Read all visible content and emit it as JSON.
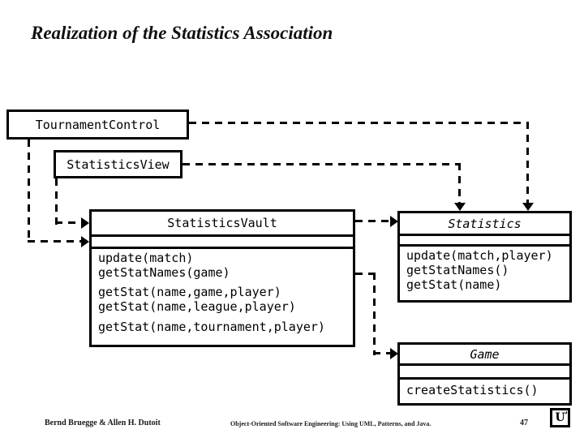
{
  "slide": {
    "title": "Realization of the Statistics Association"
  },
  "classes": {
    "tournament_control": {
      "name": "TournamentControl"
    },
    "statistics_view": {
      "name": "StatisticsView"
    },
    "statistics_vault": {
      "name": "StatisticsVault",
      "methods": [
        "update(match)",
        "getStatNames(game)",
        "getStat(name,game,player)",
        "getStat(name,league,player)",
        "getStat(name,tournament,player)"
      ]
    },
    "statistics": {
      "name": "Statistics",
      "methods": [
        "update(match,player)",
        "getStatNames()",
        "getStat(name)"
      ]
    },
    "game": {
      "name": "Game",
      "methods": [
        "createStatistics()"
      ]
    }
  },
  "footer": {
    "authors": "Bernd Bruegge & Allen H. Dutoit",
    "book": "Object-Oriented Software Engineering: Using UML, Patterns, and Java.",
    "page": "47",
    "logo_glyph": "Ư"
  },
  "colors": {
    "line": "#000000",
    "background": "#ffffff"
  }
}
